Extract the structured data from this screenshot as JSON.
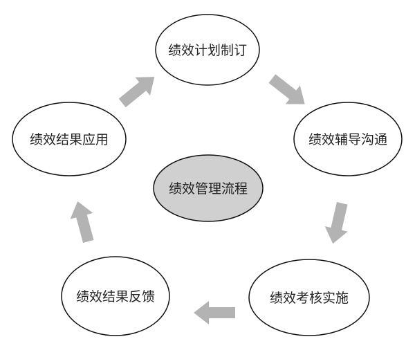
{
  "center": {
    "label": "绩效管理流程"
  },
  "nodes": [
    {
      "label": "绩效计划制订"
    },
    {
      "label": "绩效辅导沟通"
    },
    {
      "label": "绩效考核实施"
    },
    {
      "label": "绩效结果反馈"
    },
    {
      "label": "绩效结果应用"
    }
  ],
  "colors": {
    "arrow": "#b3b3b3",
    "center_fill": "#d0d0d0",
    "stroke": "#111111"
  }
}
